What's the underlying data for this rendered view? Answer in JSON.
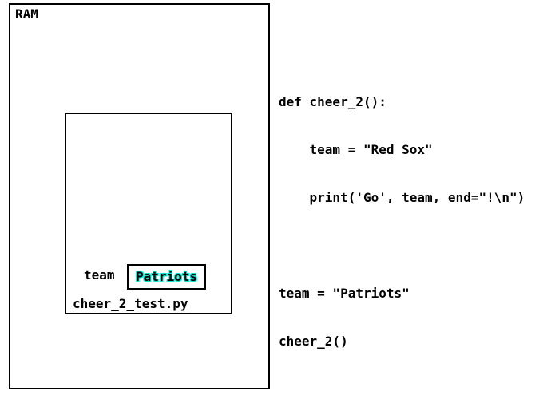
{
  "ram": {
    "label": "RAM"
  },
  "frame": {
    "label": "cheer_2_test.py",
    "variable": {
      "name": "team",
      "value": "Patriots"
    },
    "value_highlight_color": "#00e6d2"
  },
  "code": {
    "lines": [
      "def cheer_2():",
      "    team = \"Red Sox\"",
      "    print('Go', team, end=\"!\\n\")",
      "",
      "team = \"Patriots\"",
      "cheer_2()"
    ]
  }
}
